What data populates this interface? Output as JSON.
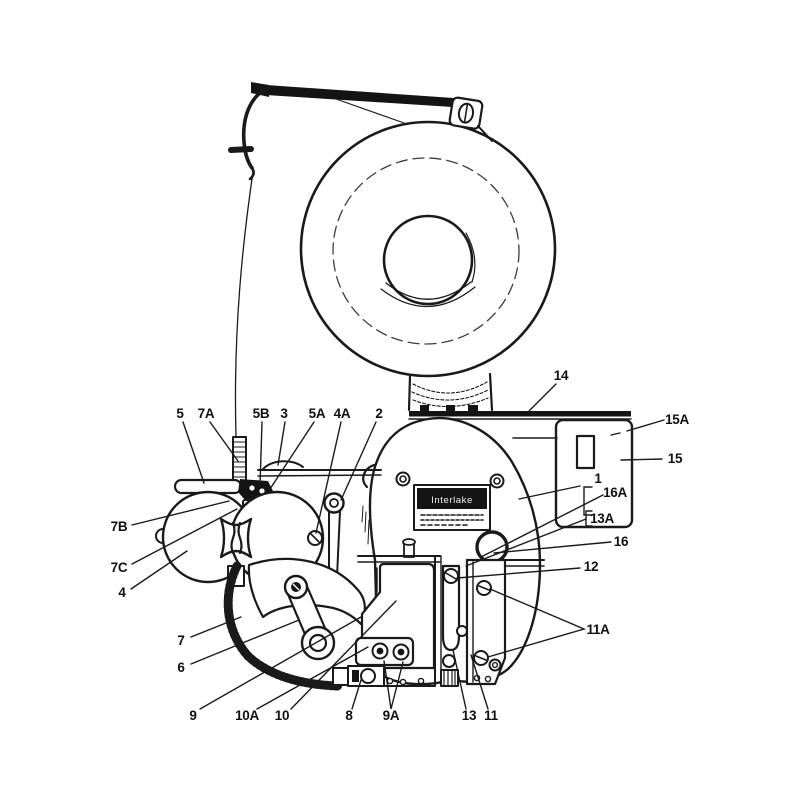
{
  "figure": {
    "kind": "exploded-parts-line-diagram",
    "subject": "Interlake wire stitcher head with wire spool and retainer band",
    "background_color": "#ffffff",
    "ink_color": "#1a1a1a"
  },
  "nameplate": {
    "text": "Interlake",
    "bg": "#0d0d0d",
    "text_color": "#f2f2ec"
  },
  "labels": [
    {
      "id": "5",
      "text": "5"
    },
    {
      "id": "7A",
      "text": "7A"
    },
    {
      "id": "5B",
      "text": "5B"
    },
    {
      "id": "3",
      "text": "3"
    },
    {
      "id": "5A",
      "text": "5A"
    },
    {
      "id": "4A",
      "text": "4A"
    },
    {
      "id": "2",
      "text": "2"
    },
    {
      "id": "14",
      "text": "14"
    },
    {
      "id": "15A",
      "text": "15A"
    },
    {
      "id": "15",
      "text": "15"
    },
    {
      "id": "1",
      "text": "1"
    },
    {
      "id": "16A",
      "text": "16A"
    },
    {
      "id": "13A",
      "text": "13A"
    },
    {
      "id": "16",
      "text": "16"
    },
    {
      "id": "12",
      "text": "12"
    },
    {
      "id": "11A",
      "text": "11A"
    },
    {
      "id": "7B",
      "text": "7B"
    },
    {
      "id": "7C",
      "text": "7C"
    },
    {
      "id": "4",
      "text": "4"
    },
    {
      "id": "7",
      "text": "7"
    },
    {
      "id": "6",
      "text": "6"
    },
    {
      "id": "9",
      "text": "9"
    },
    {
      "id": "10A",
      "text": "10A"
    },
    {
      "id": "10",
      "text": "10"
    },
    {
      "id": "8",
      "text": "8"
    },
    {
      "id": "9A",
      "text": "9A"
    },
    {
      "id": "13",
      "text": "13"
    },
    {
      "id": "11",
      "text": "11"
    }
  ]
}
